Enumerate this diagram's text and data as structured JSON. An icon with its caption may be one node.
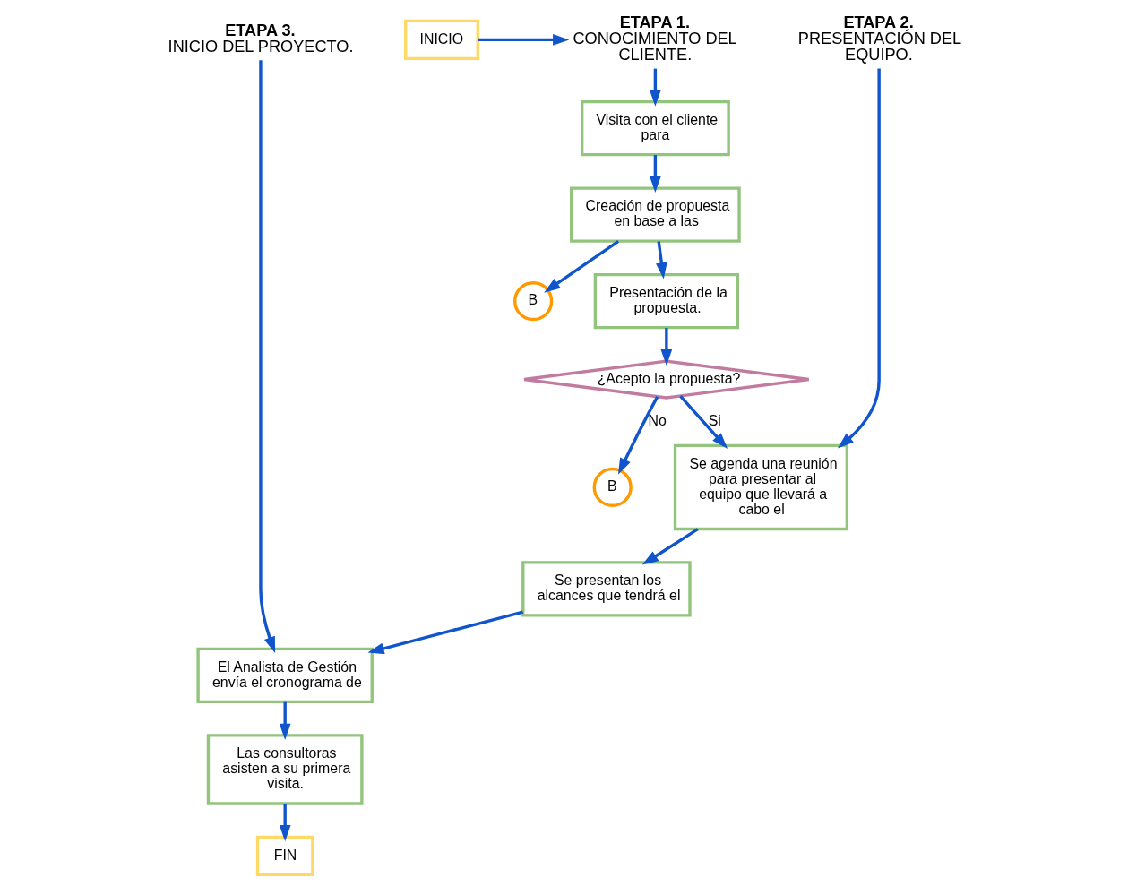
{
  "diagram": {
    "nodes": [
      {
        "text": [
          "INICIO"
        ]
      },
      {
        "text": [
          "ETAPA 1.",
          "CONOCIMIENTO DEL CLIENTE."
        ]
      },
      {
        "text": [
          "Visita con el cliente para"
        ]
      },
      {
        "text": [
          "Creación de propuesta en base a las"
        ]
      },
      {
        "text": [
          "B"
        ]
      },
      {
        "text": [
          "Presentación de la propuesta."
        ]
      },
      {
        "text": [
          "¿Acepto la propuesta?"
        ]
      },
      {
        "text": [
          "B"
        ]
      },
      {
        "text": [
          "ETAPA 2.",
          "PRESENTACIÓN DEL EQUIPO."
        ]
      },
      {
        "text": [
          "Se agenda una reunión para presentar al equipo que llevará a cabo el"
        ]
      },
      {
        "text": [
          "Se presentan los alcances que tendrá el"
        ]
      },
      {
        "text": [
          "ETAPA 3.",
          "INICIO DEL PROYECTO."
        ]
      },
      {
        "text": [
          "El Analista de Gestión envía el cronograma de"
        ]
      },
      {
        "text": [
          "Las consultoras asisten a su primera visita."
        ]
      },
      {
        "text": [
          "FIN"
        ]
      }
    ],
    "edges": [
      {
        "from": 0,
        "to": 1,
        "arrow": "to"
      },
      {
        "from": 1,
        "to": 2,
        "arrow": "to"
      },
      {
        "from": 2,
        "to": 3,
        "arrow": "to"
      },
      {
        "from": 3,
        "to": 4,
        "arrow": "to"
      },
      {
        "from": 3,
        "to": 5,
        "arrow": "to"
      },
      {
        "from": 5,
        "to": 6,
        "arrow": "to"
      },
      {
        "from": 6,
        "to": 9,
        "arrow": "to",
        "label": "Si"
      },
      {
        "from": 6,
        "to": 7,
        "arrow": "to",
        "label": "No"
      },
      {
        "from": 8,
        "to": 9,
        "arrow": "to"
      },
      {
        "from": 9,
        "to": 10,
        "arrow": "to"
      },
      {
        "from": 10,
        "to": 12,
        "arrow": "to"
      },
      {
        "from": 11,
        "to": 12,
        "arrow": "to"
      },
      {
        "from": 12,
        "to": 13,
        "arrow": "to"
      },
      {
        "from": 13,
        "to": 14,
        "arrow": "to"
      }
    ]
  }
}
